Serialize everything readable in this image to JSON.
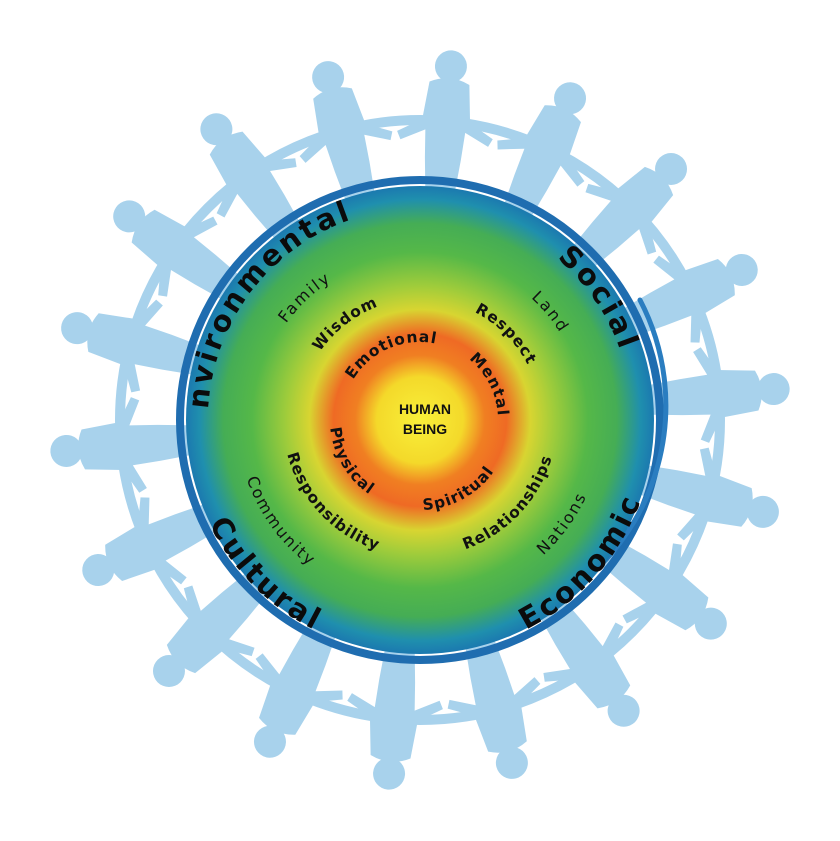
{
  "colors": {
    "people": "#a8d2ec",
    "ring_blue": "#1f6db0",
    "outer_band": "#1a8ab2",
    "green": "#52b748",
    "yellow": "#f2e41f",
    "orange": "#f07a22",
    "center": "#f7ee3a"
  },
  "center": {
    "line1": "HUMAN",
    "line2": "BEING"
  },
  "outer_ring": {
    "environmental": "Environmental",
    "social": "Social",
    "economic": "Economic",
    "cultural": "Cultural"
  },
  "middle_ring": {
    "family": "Family",
    "land": "Land",
    "nations": "Nations",
    "community": "Community"
  },
  "inner_ring": {
    "wisdom": "Wisdom",
    "respect": "Respect",
    "relationships": "Relationships",
    "responsibility": "Responsibility"
  },
  "core_ring": {
    "emotional": "Emotional",
    "mental": "Mental",
    "spiritual": "Spiritual",
    "physical": "Physical"
  }
}
